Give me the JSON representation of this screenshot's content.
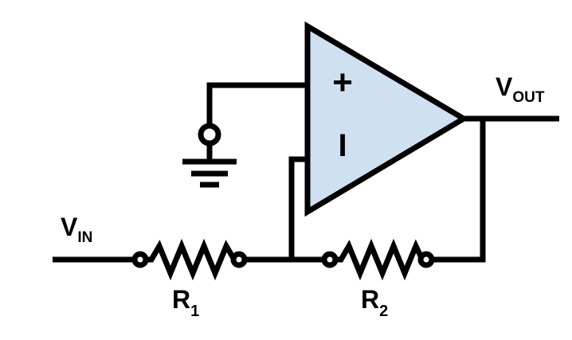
{
  "labels": {
    "v_in": "V",
    "v_in_sub": "IN",
    "v_out": "V",
    "v_out_sub": "OUT",
    "r1": "R",
    "r1_sub": "1",
    "r2": "R",
    "r2_sub": "2",
    "plus": "+",
    "minus": "I"
  },
  "colors": {
    "opamp_fill": "#cfe0f1",
    "stroke": "#000000"
  }
}
